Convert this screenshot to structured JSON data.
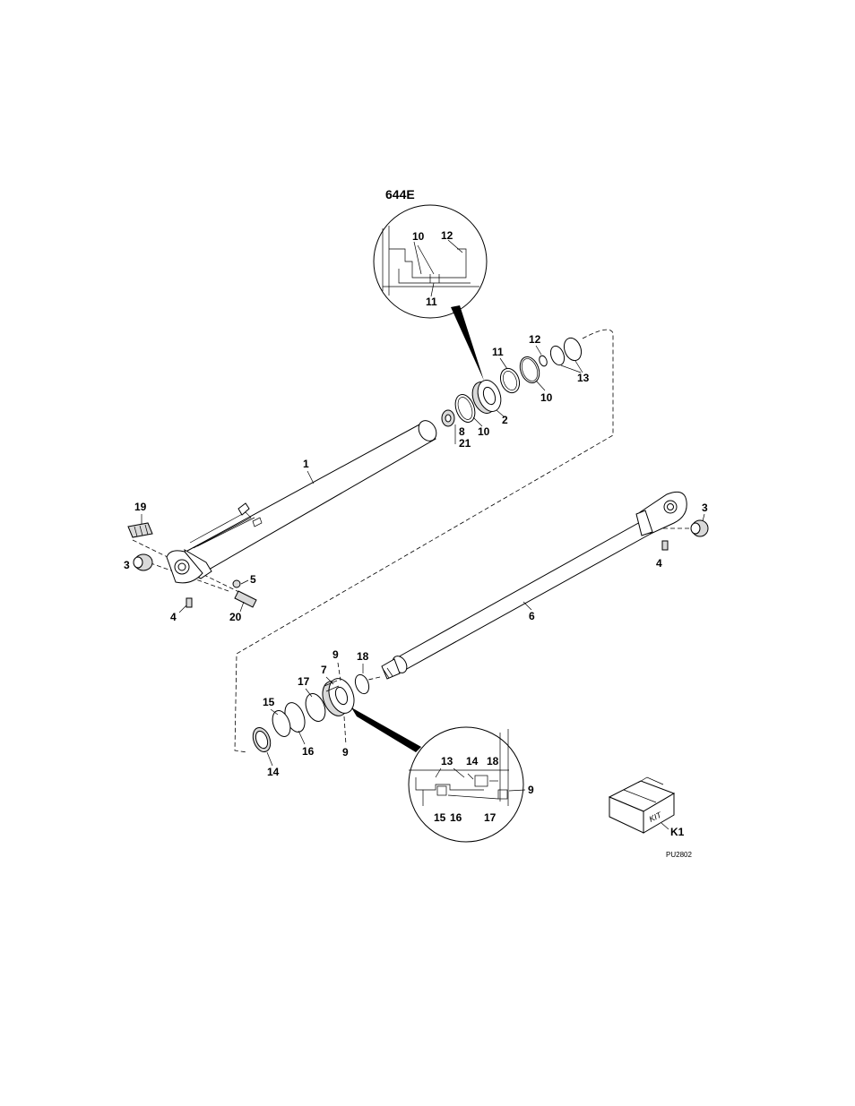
{
  "diagram": {
    "model": "644E",
    "drawing_code": "PU2802",
    "kit_label": "K1",
    "kit_box_text": "KIT",
    "callouts": {
      "barrel": "1",
      "piston": "2",
      "bushing_left": "3",
      "bushing_right": "3",
      "grease_fitting_left": "4",
      "grease_fitting_right": "4",
      "fitting_5": "5",
      "rod": "6",
      "head": "7",
      "nut": "8",
      "ring_9_top": "9",
      "ring_9_bottom": "9",
      "ring_10_a": "10",
      "ring_10_b": "10",
      "ring_11": "11",
      "ring_12": "12",
      "ring_13": "13",
      "ring_14": "14",
      "ring_15": "15",
      "ring_16": "16",
      "ring_17": "17",
      "ring_18": "18",
      "valve_19": "19",
      "fitting_20": "20",
      "setscrew_21": "21"
    },
    "detail_top": {
      "label_10": "10",
      "label_12": "12",
      "label_11": "11"
    },
    "detail_bottom": {
      "label_13": "13",
      "label_14": "14",
      "label_18": "18",
      "label_9": "9",
      "label_15": "15",
      "label_16": "16",
      "label_17": "17"
    }
  }
}
